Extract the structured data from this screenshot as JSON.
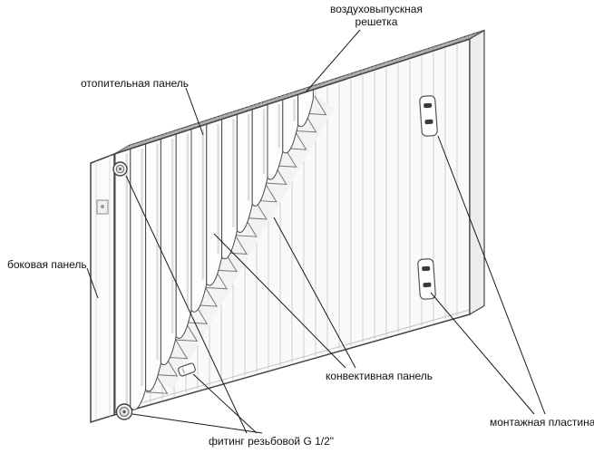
{
  "diagram": {
    "labels": {
      "air_grille": "воздуховыпускная решетка",
      "heating_panel": "отопительная панель",
      "side_panel": "боковая панель",
      "convector_panel": "конвективная панель",
      "fitting": "фитинг резьбовой G 1/2\"",
      "mounting_plate": "монтажная пластина"
    },
    "colors": {
      "background": "#ffffff",
      "line": "#444444",
      "leader": "#1a1a1a"
    }
  }
}
